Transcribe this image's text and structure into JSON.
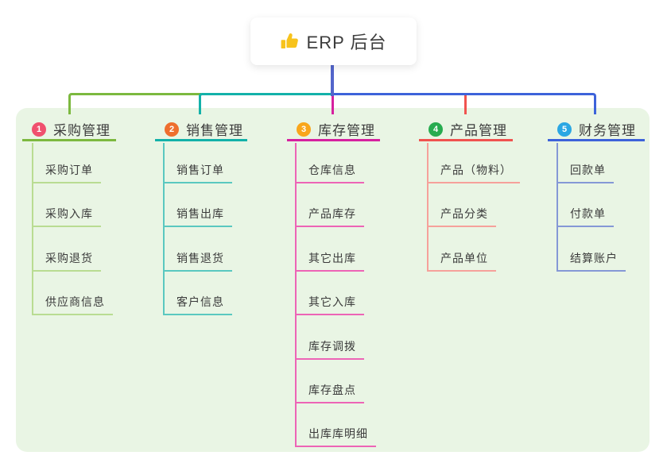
{
  "canvas": {
    "background": "#ffffff",
    "panel_color": "#E9F5E4"
  },
  "root": {
    "title": "ERP 后台",
    "icon": "thumbs-up-icon",
    "trunk_color": "#5365CB"
  },
  "branches": [
    {
      "badge": "1",
      "title": "采购管理",
      "badge_color": "#F0506E",
      "main_color": "#7CB93F",
      "light_color": "#B9DC92",
      "children": [
        "采购订单",
        "采购入库",
        "采购退货",
        "供应商信息"
      ]
    },
    {
      "badge": "2",
      "title": "销售管理",
      "badge_color": "#EE6E2E",
      "main_color": "#13B1A9",
      "light_color": "#5AC8C0",
      "children": [
        "销售订单",
        "销售出库",
        "销售退货",
        "客户信息"
      ]
    },
    {
      "badge": "3",
      "title": "库存管理",
      "badge_color": "#F9A61B",
      "main_color": "#D6219F",
      "light_color": "#ED64B6",
      "children": [
        "仓库信息",
        "产品库存",
        "其它出库",
        "其它入库",
        "库存调拨",
        "库存盘点",
        "出库库明细"
      ]
    },
    {
      "badge": "4",
      "title": "产品管理",
      "badge_color": "#28AC50",
      "main_color": "#F0534F",
      "light_color": "#F6A19B",
      "children": [
        "产品（物料）",
        "产品分类",
        "产品单位"
      ]
    },
    {
      "badge": "5",
      "title": "财务管理",
      "badge_color": "#2BA7E3",
      "main_color": "#3D63DA",
      "light_color": "#8598D6",
      "children": [
        "回款单",
        "付款单",
        "结算账户"
      ]
    }
  ]
}
